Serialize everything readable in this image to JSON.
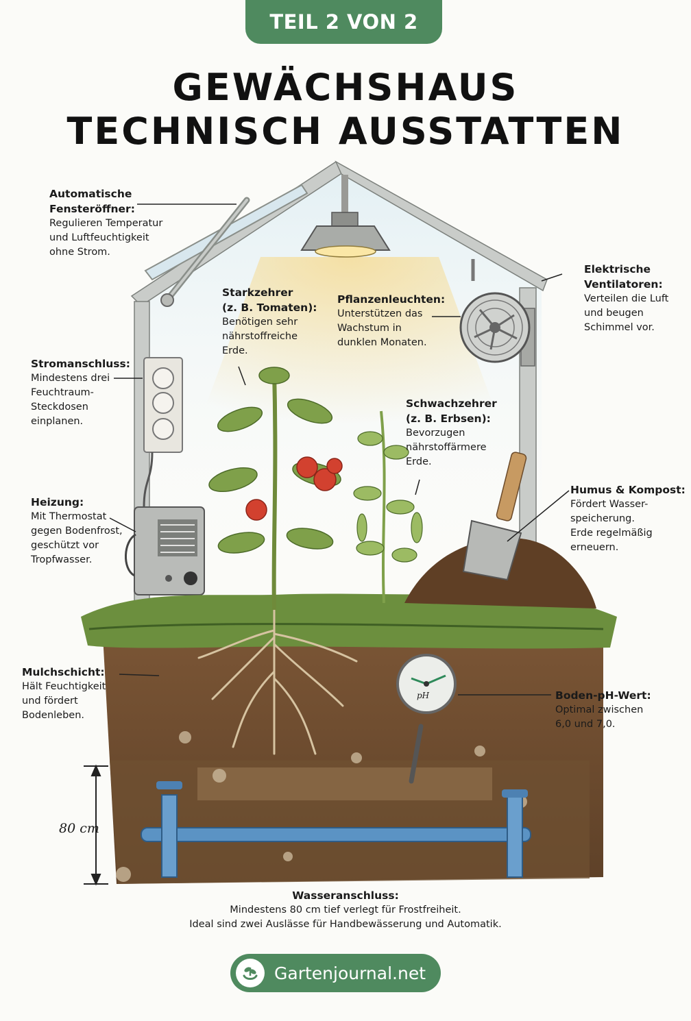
{
  "badge": "TEIL 2 VON 2",
  "title": {
    "line1": "GEWÄCHSHAUS",
    "line2": "TECHNISCH AUSSTATTEN"
  },
  "depth_label": "80 cm",
  "labels": {
    "fensteroeffner": {
      "heading": "Automatische\nFensteröffner:",
      "body": "Regulieren Temperatur\nund Luftfeuchtigkeit\nohne Strom."
    },
    "starkzehrer": {
      "heading": "Starkzehrer\n(z. B. Tomaten):",
      "body": "Benötigen sehr\nnährstoffreiche\nErde."
    },
    "pflanzenleuchten": {
      "heading": "Pflanzenleuchten:",
      "body": "Unterstützen das\nWachstum in\ndunklen Monaten."
    },
    "ventilatoren": {
      "heading": "Elektrische\nVentilatoren:",
      "body": "Verteilen die Luft\nund beugen\nSchimmel vor."
    },
    "stromanschluss": {
      "heading": "Stromanschluss:",
      "body": "Mindestens drei\nFeuchtraum-\nSteckdosen\neinplanen."
    },
    "schwachzehrer": {
      "heading": "Schwachzehrer\n(z. B. Erbsen):",
      "body": "Bevorzugen\nnährstoffärmere\nErde."
    },
    "humus": {
      "heading": "Humus & Kompost:",
      "body": "Fördert Wasser-\nspeicherung.\nErde regelmäßig\nerneuern."
    },
    "heizung": {
      "heading": "Heizung:",
      "body": "Mit Thermostat\ngegen Bodenfrost,\ngeschützt vor\nTropfwasser."
    },
    "mulch": {
      "heading": "Mulchschicht:",
      "body": "Hält Feuchtigkeit\nund fördert\nBodenleben."
    },
    "ph": {
      "heading": "Boden-pH-Wert:",
      "body": "Optimal zwischen\n6,0 und 7,0."
    },
    "wasser": {
      "heading": "Wasseranschluss:",
      "body": "Mindestens 80 cm tief verlegt für Frostfreiheit.\nIdeal sind zwei Auslässe für Handbewässerung und Automatik."
    }
  },
  "ph_dial_text": "pH",
  "footer": {
    "brand": "Gartenjournal.net",
    "icon": "plant-in-hand-icon"
  },
  "colors": {
    "accent_green": "#4f8a5f",
    "soil": "#6b4a2e",
    "pipe": "#5b93c4"
  }
}
